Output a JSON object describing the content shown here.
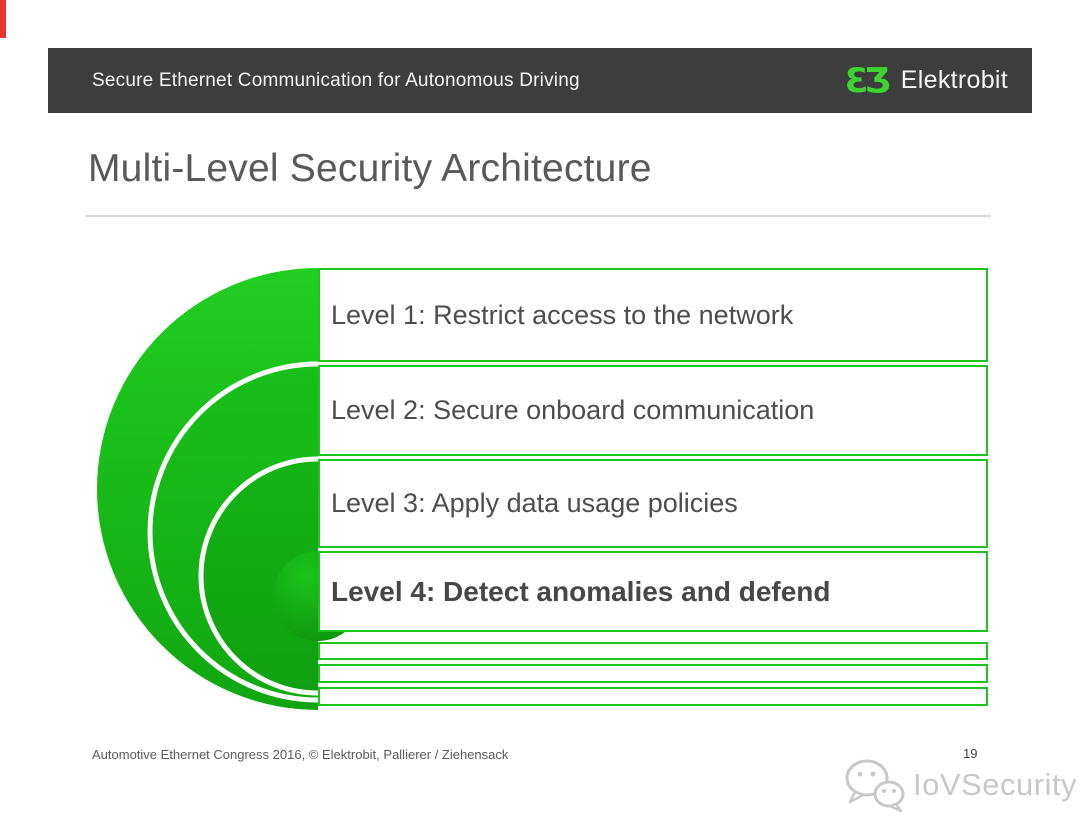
{
  "accent": {
    "red_bar_color": "#e73527"
  },
  "header": {
    "title": "Secure Ethernet Communication for Autonomous Driving",
    "bg_color": "#3d3d3d",
    "logo_glyph": "ƐƷ",
    "logo_text": "Elektrobit",
    "logo_green": "#3ed331"
  },
  "slide": {
    "title": "Multi-Level Security Architecture"
  },
  "diagram": {
    "green_border": "#1ec51e",
    "ring_greens": [
      "#1fcc1f",
      "#17bb17",
      "#13ad13",
      "#0e980e"
    ],
    "levels": [
      {
        "label": "Level 1: Restrict access to the network"
      },
      {
        "label": "Level 2: Secure onboard communication"
      },
      {
        "label": "Level 3: Apply data usage policies"
      },
      {
        "label": "Level 4: Detect anomalies and defend"
      }
    ],
    "empty_strip_count": 3
  },
  "footer": {
    "credit": "Automotive Ethernet Congress 2016, © Elektrobit, Pallierer / Ziehensack",
    "page_number": "19"
  },
  "watermark": {
    "text": "IoVSecurity"
  }
}
